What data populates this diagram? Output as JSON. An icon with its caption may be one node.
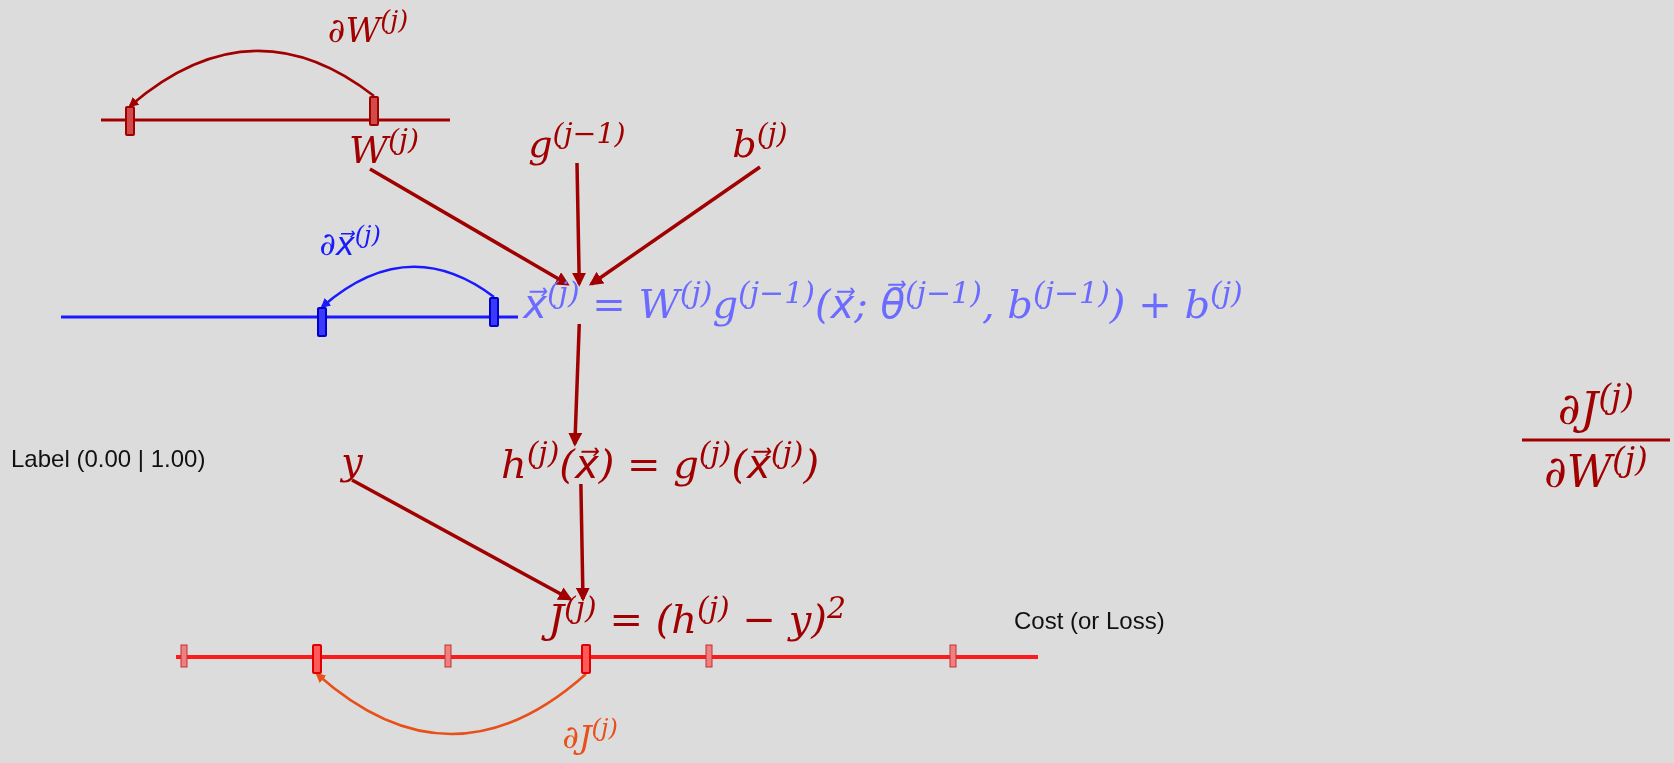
{
  "diagram": {
    "nodes": [
      {
        "text": [],
        "shape": "bar"
      },
      {
        "text": [],
        "shape": "bar"
      },
      {
        "text": [
          "W$^{(j)}$"
        ]
      },
      {
        "text": [
          "g$^{(j−1)}$"
        ]
      },
      {
        "text": [
          "b$^{(j)}$"
        ]
      },
      {
        "text": [],
        "shape": "bar"
      },
      {
        "text": [],
        "shape": "bar"
      },
      {
        "text": [
          "x⃗$^{(j)}$ = W$^{(j)}$g$^{(j−1)}$(x⃗; θ⃗$^{(j−1)}$, b$^{(j−1)}$) + b$^{(j)}$"
        ]
      },
      {
        "text": [
          "y"
        ]
      },
      {
        "text": [
          "h$^{(j)}$(x⃗) = g$^{(j)}$(x⃗$^{(j)}$)"
        ]
      },
      {
        "text": [
          "J$^{(j)}$ = (h$^{(j)}$ − y)$^{2}$"
        ]
      },
      {
        "text": [],
        "shape": "bar"
      },
      {
        "text": [],
        "shape": "bar"
      }
    ],
    "edges": [
      {
        "from": 1,
        "to": 0,
        "arrow": "to",
        "label": "∂W$^{(j)}$"
      },
      {
        "from": 2,
        "to": 7,
        "arrow": "to"
      },
      {
        "from": 3,
        "to": 7,
        "arrow": "to"
      },
      {
        "from": 4,
        "to": 7,
        "arrow": "to"
      },
      {
        "from": 6,
        "to": 5,
        "arrow": "to",
        "label": "∂x⃗$^{(j)}$",
        "color": "#1a1aff"
      },
      {
        "from": 7,
        "to": 9,
        "arrow": "to"
      },
      {
        "from": 8,
        "to": 10,
        "arrow": "to"
      },
      {
        "from": 9,
        "to": 10,
        "arrow": "to"
      },
      {
        "from": 12,
        "to": 11,
        "arrow": "to",
        "label": "∂J$^{(j)}$",
        "color": "#e8501a"
      }
    ],
    "labels": [
      "Label (0.00 | 1.00)",
      "Cost (or Loss)",
      "∂J$^{(j)}$",
      "∂W$^{(j)}$"
    ]
  }
}
